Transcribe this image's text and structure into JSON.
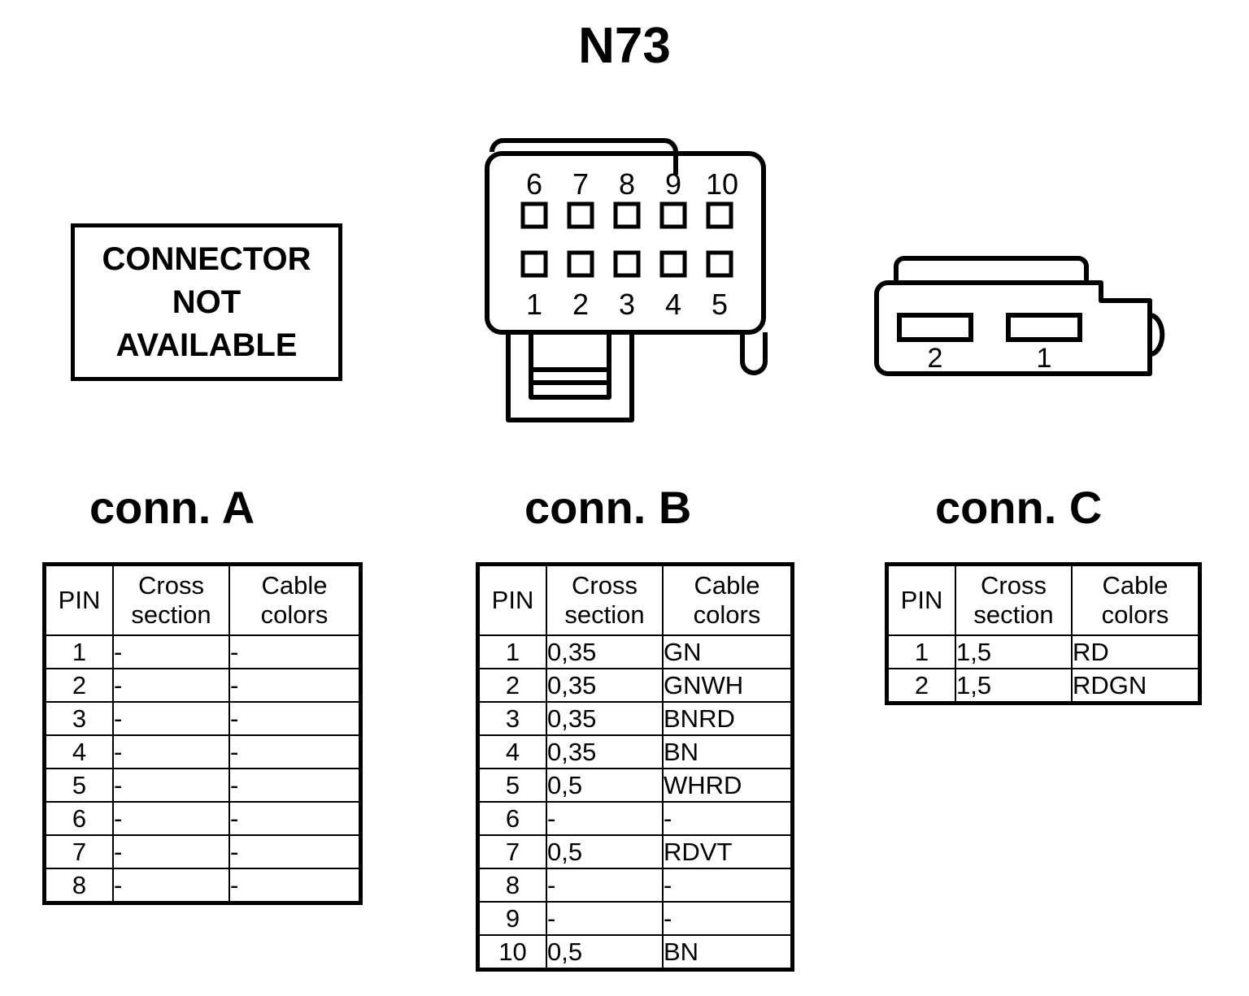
{
  "page": {
    "title": "N73",
    "background_color": "#ffffff",
    "line_color": "#000000"
  },
  "not_available_box": {
    "line1": "CONNECTOR",
    "line2": "NOT",
    "line3": "AVAILABLE"
  },
  "connector_b_figure": {
    "name": "conn-b-drawing",
    "top_row_labels": [
      "6",
      "7",
      "8",
      "9",
      "10"
    ],
    "bottom_row_labels": [
      "1",
      "2",
      "3",
      "4",
      "5"
    ],
    "cavity_count": 10
  },
  "connector_c_figure": {
    "name": "conn-c-drawing",
    "slot_labels": [
      "2",
      "1"
    ],
    "cavity_count": 2
  },
  "headings": {
    "conn_a": "conn. A",
    "conn_b": "conn. B",
    "conn_c": "conn. C"
  },
  "table_headers": {
    "pin": "PIN",
    "cross": "Cross",
    "section": "section",
    "cable": "Cable",
    "colors": "colors"
  },
  "tables": {
    "conn_a": {
      "columns": [
        "PIN",
        "Cross section",
        "Cable colors"
      ],
      "rows": [
        {
          "pin": "1",
          "section": "-",
          "colors": "-"
        },
        {
          "pin": "2",
          "section": "-",
          "colors": "-"
        },
        {
          "pin": "3",
          "section": "-",
          "colors": "-"
        },
        {
          "pin": "4",
          "section": "-",
          "colors": "-"
        },
        {
          "pin": "5",
          "section": "-",
          "colors": "-"
        },
        {
          "pin": "6",
          "section": "-",
          "colors": "-"
        },
        {
          "pin": "7",
          "section": "-",
          "colors": "-"
        },
        {
          "pin": "8",
          "section": "-",
          "colors": "-"
        }
      ]
    },
    "conn_b": {
      "columns": [
        "PIN",
        "Cross section",
        "Cable colors"
      ],
      "rows": [
        {
          "pin": "1",
          "section": "0,35",
          "colors": "GN"
        },
        {
          "pin": "2",
          "section": "0,35",
          "colors": "GNWH"
        },
        {
          "pin": "3",
          "section": "0,35",
          "colors": "BNRD"
        },
        {
          "pin": "4",
          "section": "0,35",
          "colors": "BN"
        },
        {
          "pin": "5",
          "section": "0,5",
          "colors": "WHRD"
        },
        {
          "pin": "6",
          "section": "-",
          "colors": "-"
        },
        {
          "pin": "7",
          "section": "0,5",
          "colors": "RDVT"
        },
        {
          "pin": "8",
          "section": "-",
          "colors": "-"
        },
        {
          "pin": "9",
          "section": "-",
          "colors": "-"
        },
        {
          "pin": "10",
          "section": "0,5",
          "colors": "BN"
        }
      ]
    },
    "conn_c": {
      "columns": [
        "PIN",
        "Cross section",
        "Cable colors"
      ],
      "rows": [
        {
          "pin": "1",
          "section": "1,5",
          "colors": "RD"
        },
        {
          "pin": "2",
          "section": "1,5",
          "colors": "RDGN"
        }
      ]
    }
  }
}
